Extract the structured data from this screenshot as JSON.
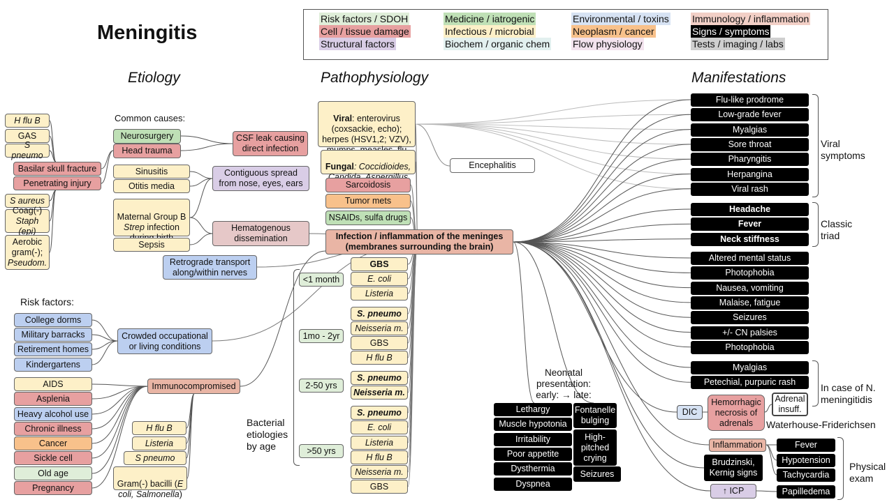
{
  "title": "Meningitis",
  "legend": [
    {
      "label": "Risk factors / SDOH",
      "color": "#dfeed9"
    },
    {
      "label": "Medicine / iatrogenic",
      "color": "#bfe0b6"
    },
    {
      "label": "Environmental / toxins",
      "color": "#d6e2f3"
    },
    {
      "label": "Immunology / inflammation",
      "color": "#f2cfc6"
    },
    {
      "label": "Cell / tissue damage",
      "color": "#e7a0a0"
    },
    {
      "label": "Infectious / microbial",
      "color": "#fdf0c8"
    },
    {
      "label": "Neoplasm / cancer",
      "color": "#f8c18b"
    },
    {
      "label": "Signs / symptoms",
      "color": "#000000"
    },
    {
      "label": "Structural factors",
      "color": "#d9cde6"
    },
    {
      "label": "Biochem / organic chem",
      "color": "#e2f0ef"
    },
    {
      "label": "Flow physiology",
      "color": "#f3e3ee"
    },
    {
      "label": "Tests / imaging / labs",
      "color": "#cfcfcf"
    }
  ],
  "headers": {
    "etiology": "Etiology",
    "pathophysiology": "Pathophysiology",
    "manifestations": "Manifestations"
  },
  "etiology": {
    "common_causes": "Common causes:",
    "hflub": "H flu B",
    "gas": "GAS",
    "spneumo": "S pneumo",
    "basilar": "Basilar skull fracture",
    "penetrating": "Penetrating injury",
    "saureus": "S aureus",
    "coag1": "Coag(-)",
    "coag2": "Staph (epi)",
    "aerobic1": "Aerobic gram(-);",
    "aerobic2": "Pseudom.",
    "neurosurgery": "Neurosurgery",
    "head_trauma": "Head trauma",
    "csf_leak": "CSF leak causing direct infection",
    "sinusitis": "Sinusitis",
    "otitis": "Otitis media",
    "contiguous": "Contiguous spread from nose, eyes, ears",
    "maternal1": "Maternal Group B",
    "maternal2": "Strep",
    "maternal3": " infection during birth",
    "sepsis": "Sepsis",
    "hematogenous": "Hematogenous dissemination",
    "retrograde": "Retrograde transport along/within nerves",
    "risk_factors": "Risk factors:",
    "college": "College dorms",
    "military": "Military barracks",
    "retirement": "Retirement homes",
    "kindergartens": "Kindergartens",
    "crowded": "Crowded occupational or living conditions",
    "aids": "AIDS",
    "asplenia": "Asplenia",
    "alcohol": "Heavy alcohol use",
    "chronic": "Chronic illness",
    "cancer": "Cancer",
    "sickle": "Sickle cell",
    "old_age": "Old age",
    "pregnancy": "Pregnancy",
    "immunocompromised": "Immunocompromised",
    "ic_hflub": "H flu B",
    "ic_listeria": "Listeria",
    "ic_spneumo": "S pneumo",
    "gramneg1": "Gram(-) bacilli (",
    "gramneg2": "E coli, Salmonella",
    "gramneg3": ")"
  },
  "pathophysiology": {
    "viral_bold": "Viral",
    "viral_text": ": enterovirus (coxsackie, echo); herpes (HSV1,2; VZV), mumps, measles, flu",
    "fungal_bold": "Fungal",
    "fungal_text": ": Coccidioides, Candida, Aspergillus",
    "sarcoidosis": "Sarcoidosis",
    "tumor_mets": "Tumor mets",
    "nsaids": "NSAIDs, sulfa drugs",
    "encephalitis": "Encephalitis",
    "central": "Infection / inflammation of the meninges (membranes surrounding the brain)",
    "bacterial_label": "Bacterial etiologies by age",
    "age1": "<1 month",
    "age2": "1mo - 2yr",
    "age3": "2-50 yrs",
    "age4": ">50 yrs",
    "g1": [
      "GBS",
      "E. coli",
      "Listeria"
    ],
    "g2": [
      "S. pneumo",
      "Neisseria m.",
      "GBS",
      "H flu B"
    ],
    "g3": [
      "S. pneumo",
      "Neisseria m."
    ],
    "g4": [
      "S. pneumo",
      "E. coli",
      "Listeria",
      "H flu B",
      "Neisseria m.",
      "GBS"
    ]
  },
  "manifestations": {
    "viral": [
      "Flu-like prodrome",
      "Low-grade fever",
      "Myalgias",
      "Sore throat",
      "Pharyngitis",
      "Herpangina",
      "Viral rash"
    ],
    "viral_label": "Viral symptoms",
    "classic": [
      "Headache",
      "Fever",
      "Neck stiffness"
    ],
    "classic_label": "Classic triad",
    "general": [
      "Altered mental status",
      "Photophobia",
      "Nausea, vomiting",
      "Malaise, fatigue",
      "Seizures",
      "+/- CN palsies",
      "Photophobia"
    ],
    "nmen": [
      "Myalgias",
      "Petechial, purpuric rash"
    ],
    "nmen_label": "In case of N. meningitidis",
    "dic": "DIC",
    "hemorrhagic": "Hemorrhagic necrosis of adrenals",
    "adrenal": "Adrenal insuff.",
    "waterhouse": "Waterhouse-Friderichsen",
    "neonatal_label": "Neonatal presentation: early: → late:",
    "neonatal_early": [
      "Lethargy",
      "Muscle hypotonia",
      "Irritability",
      "Poor appetite",
      "Dysthermia",
      "Dyspnea"
    ],
    "fontanelle": "Fontanelle bulging",
    "highpitched": "High-pitched crying",
    "neo_seizures": "Seizures",
    "inflammation": "Inflammation",
    "brudzinski": "Brudzinski, Kernig signs",
    "icp": "↑ ICP",
    "pe_signs": [
      "Fever",
      "Hypotension",
      "Tachycardia",
      "Papilledema"
    ],
    "physical_exam": "Physical exam"
  }
}
